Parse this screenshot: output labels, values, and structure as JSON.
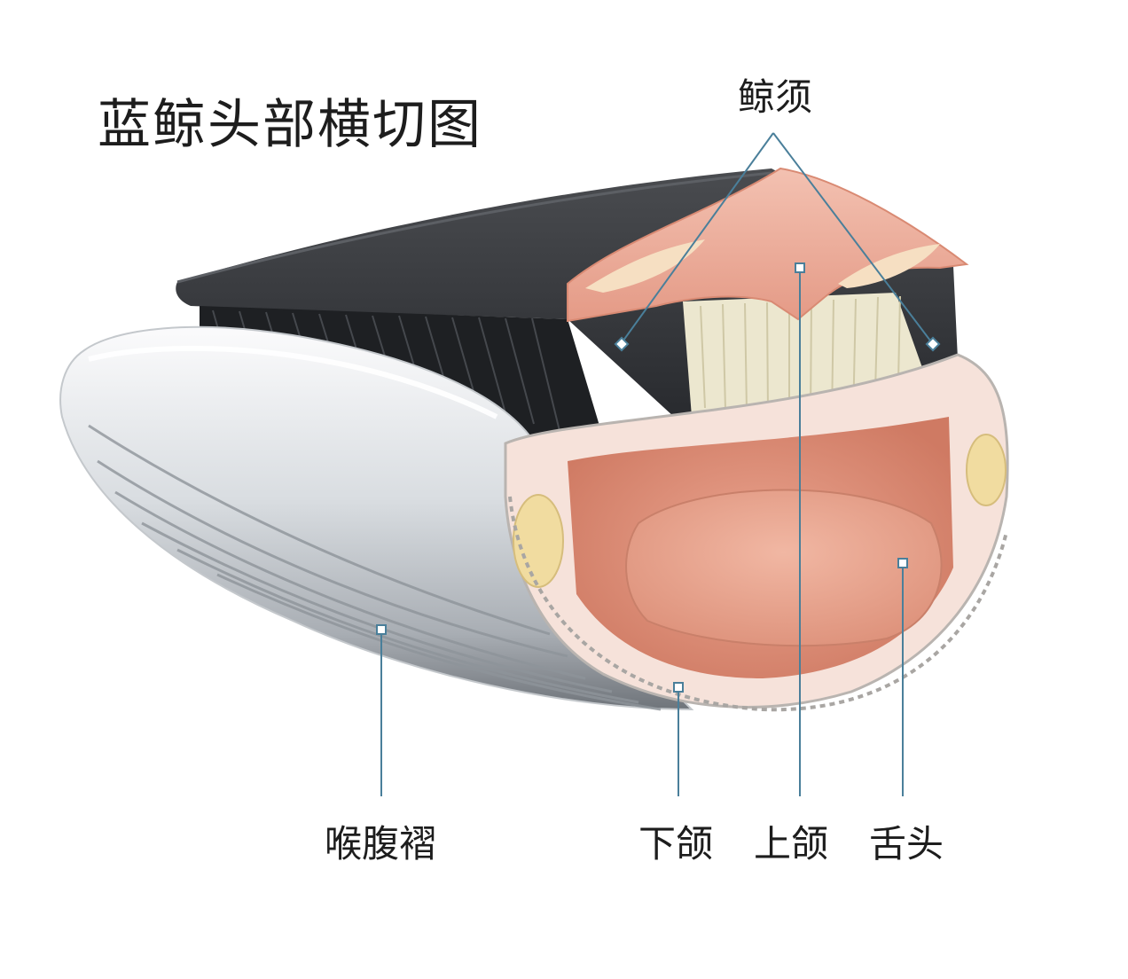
{
  "title": "蓝鲸头部横切图",
  "labels": {
    "baleen": "鲸须",
    "throat_pleats": "喉腹褶",
    "lower_jaw": "下颌",
    "upper_jaw": "上颌",
    "tongue": "舌头"
  },
  "colors": {
    "skin_dark": "#2a2c2f",
    "throat_light": "#eceff1",
    "flesh": "#e6a08c",
    "bone": "#f3dcb0",
    "leader_line": "#4a7f9a"
  }
}
